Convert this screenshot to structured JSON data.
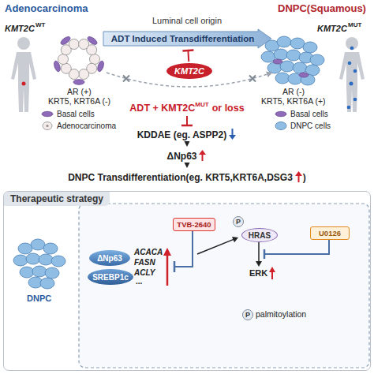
{
  "diagram": {
    "nodes": [
      {
        "text": [
          "ADT Induced Transdifferentiation"
        ]
      },
      {
        "text": [
          "KMT2C"
        ]
      },
      {
        "text": [
          "ADT + KMT2C",
          "MUT",
          "or loss"
        ]
      },
      {
        "text": [
          "KDDAE (eg. ASPP2)"
        ]
      },
      {
        "text": [
          "ΔNp63"
        ]
      },
      {
        "text": [
          "DNPC Transdifferentiation(eg. KRT5,KRT6A,DSG3",
          ")"
        ]
      },
      {
        "text": [
          "Therapeutic strategy"
        ]
      },
      {
        "text": [
          "ΔNp63"
        ],
        "in": 6
      },
      {
        "text": [
          "SREBP1c"
        ],
        "in": 6
      },
      {
        "text": [
          "TVB-2640"
        ],
        "in": 6
      },
      {
        "text": [
          "P"
        ],
        "in": 6
      },
      {
        "text": [
          "HRAS"
        ],
        "in": 6
      },
      {
        "text": [
          "U0126"
        ],
        "in": 6
      },
      {
        "text": [
          "P"
        ],
        "in": 6
      }
    ],
    "edges": [
      {
        "from": 1,
        "to": 0,
        "arrow": "to"
      },
      {
        "from": 2,
        "to": 3,
        "arrow": "to"
      },
      {
        "from": 3,
        "to": 4,
        "arrow": "to"
      },
      {
        "from": 4,
        "to": 5,
        "arrow": "to"
      }
    ],
    "labels": [
      "Adenocarcinoma",
      "DNPC(Squamous)",
      "Luminal cell origin",
      "KMT2C",
      "WT",
      "KMT2C",
      "MUT",
      "AR (+)",
      "KRT5, KRT6A (-)",
      "AR (-)",
      "KRT5, KRT6A (+)",
      "ACACA",
      "FASN",
      "ACLY",
      "...",
      "ERK",
      "palmitoylation",
      "DNPC"
    ],
    "legend": [
      {
        "text": "Basal cells"
      },
      {
        "text": "Adenocarcinoma"
      },
      {
        "text": "Basal cells"
      },
      {
        "text": "DNPC cells"
      }
    ]
  }
}
